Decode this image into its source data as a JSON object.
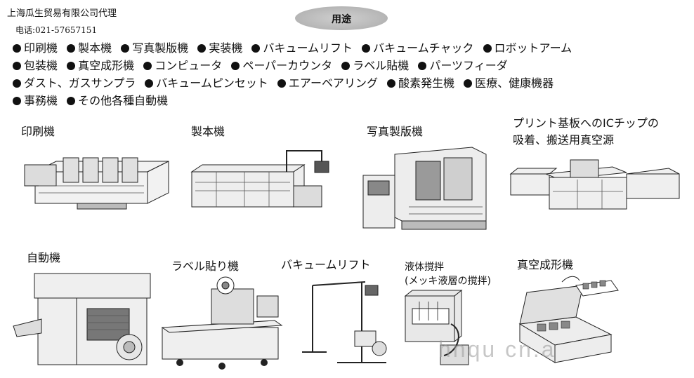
{
  "header": {
    "company": "上海瓜生贸易有限公司代理",
    "phone": "电话:021-57657151",
    "section_title": "用途"
  },
  "uses": {
    "lines": [
      [
        "印刷機",
        "製本機",
        "写真製版機",
        "実装機",
        "バキュームリフト",
        "バキュームチャック",
        "ロボットアーム"
      ],
      [
        "包装機",
        "真空成形機",
        "コンピュータ",
        "ペーパーカウンタ",
        "ラベル貼機",
        "パーツフィーダ"
      ],
      [
        "ダスト、ガスサンプラ",
        "バキュームピンセット",
        "エアーベアリング",
        "酸素発生機",
        "医療、健康機器"
      ],
      [
        "事務機",
        "その他各種自動機"
      ]
    ]
  },
  "examples": {
    "printing": "印刷機",
    "bookbinding": "製本機",
    "photo_platemaking": "写真製版機",
    "pcb_line1": "プリント基板へのICチップの",
    "pcb_line2": "吸着、搬送用真空源",
    "automatic": "自動機",
    "labeling": "ラベル貼り機",
    "vacuum_lift": "バキュームリフト",
    "liquid_line1": "液体撹拌",
    "liquid_line2": "(メッキ液層の撹拌)",
    "vacuum_forming": "真空成形機"
  },
  "watermark": "hnqu cn.a"
}
